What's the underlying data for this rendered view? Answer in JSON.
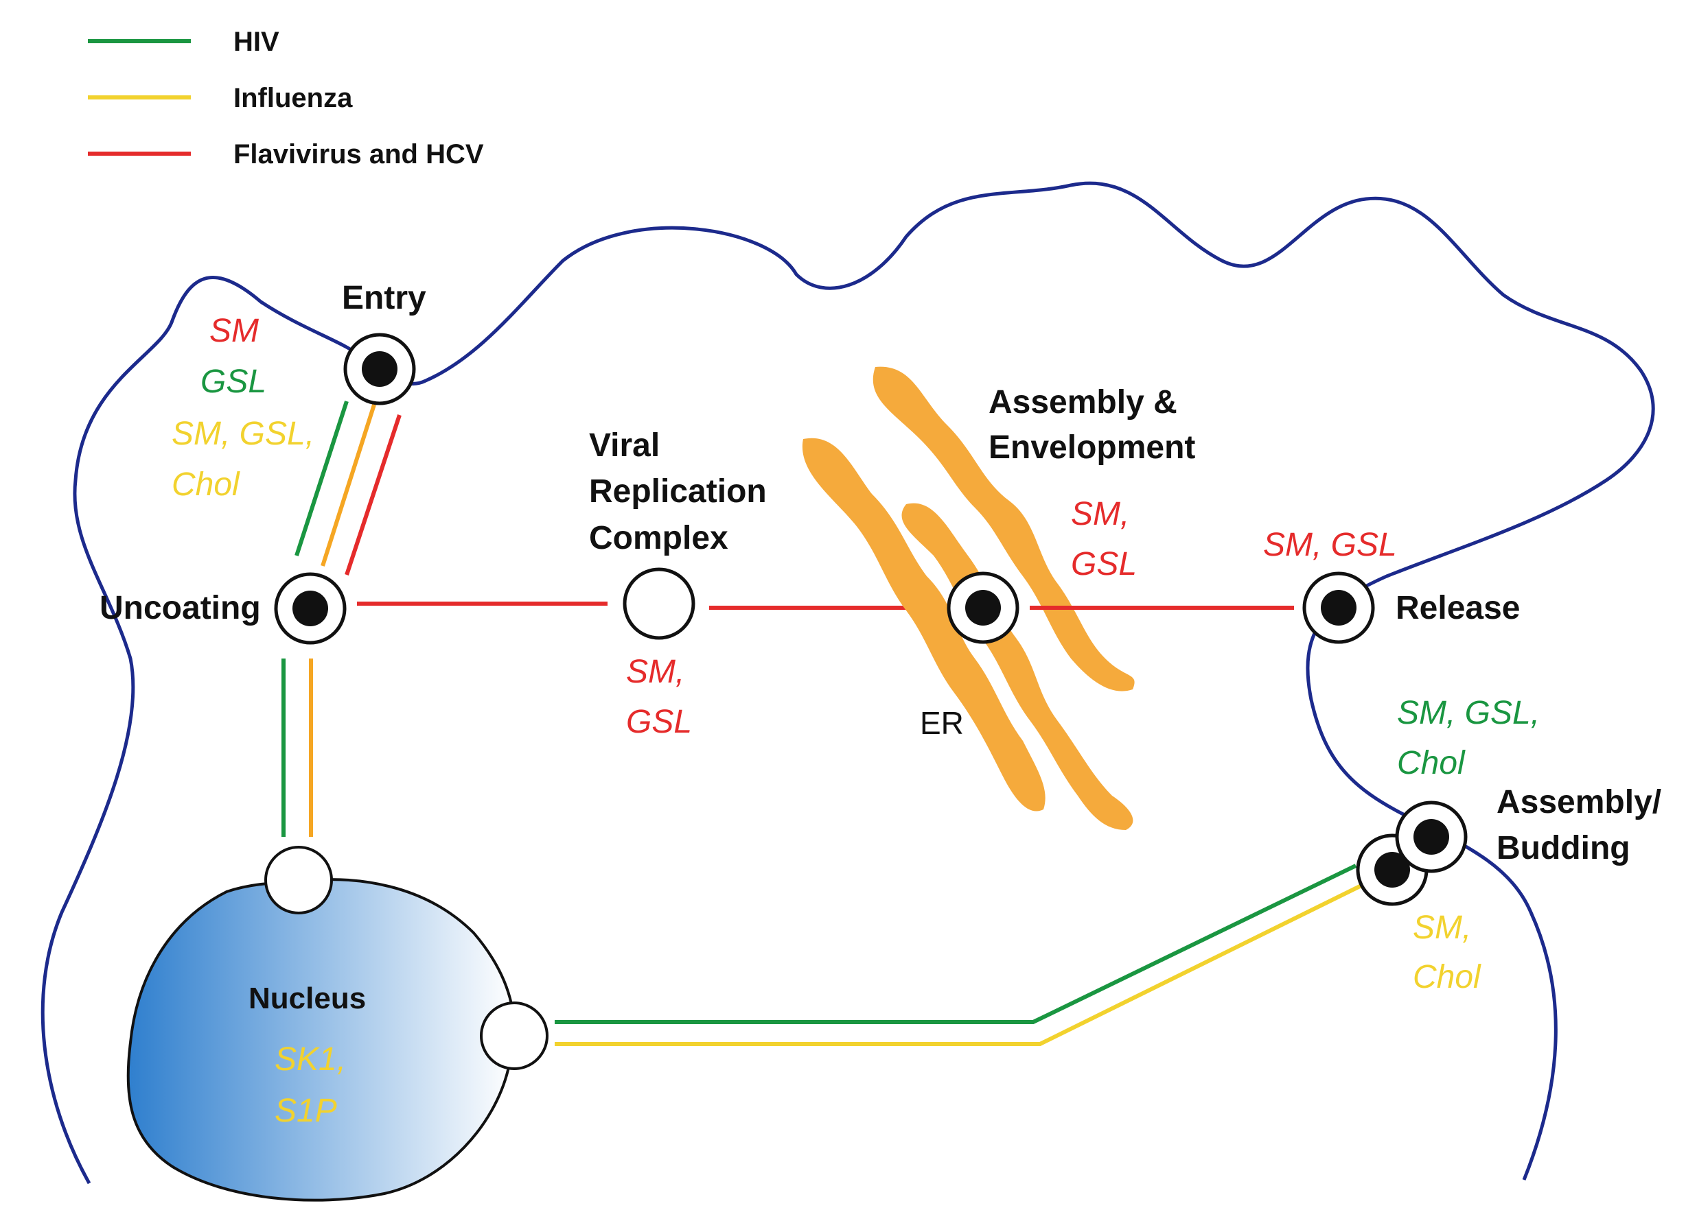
{
  "colors": {
    "hiv": "#1a9641",
    "influenza": "#f2d22e",
    "flavi": "#e52b2b",
    "orange": "#f5a623",
    "membrane": "#1c2a8c",
    "er_fill": "#f5aa3c",
    "nucleus_dark": "#2f7fce",
    "nucleus_light": "#ffffff"
  },
  "legend": [
    {
      "label": "HIV",
      "color_key": "hiv"
    },
    {
      "label": "Influenza",
      "color_key": "influenza"
    },
    {
      "label": "Flavivirus and HCV",
      "color_key": "flavi"
    }
  ],
  "stages": {
    "entry": "Entry",
    "uncoating": "Uncoating",
    "viral_replication": [
      "Viral",
      "Replication",
      "Complex"
    ],
    "assembly_envelopment": [
      "Assembly &",
      "Envelopment"
    ],
    "release": "Release",
    "assembly_budding": [
      "Assembly/",
      "Budding"
    ],
    "er": "ER",
    "nucleus": "Nucleus"
  },
  "lipids": {
    "entry_flavi": "SM",
    "entry_hiv": "GSL",
    "entry_flu": [
      "SM, GSL,",
      "Chol"
    ],
    "replication": [
      "SM,",
      "GSL"
    ],
    "envelopment": [
      "SM,",
      "GSL"
    ],
    "release": "SM, GSL",
    "budding_hiv": [
      "SM, GSL,",
      "Chol"
    ],
    "budding_flu": [
      "SM,",
      "Chol"
    ],
    "nucleus": [
      "SK1,",
      "S1P"
    ]
  }
}
